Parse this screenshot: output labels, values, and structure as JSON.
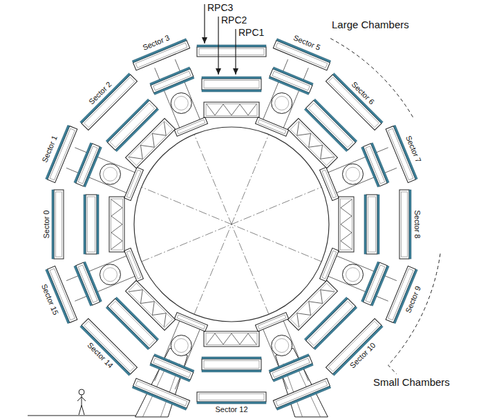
{
  "diagram": {
    "labels": [
      "RPC3",
      "RPC2",
      "RPC1",
      "Large Chambers",
      "Sector 3",
      "Sector 5",
      "Sector 2",
      "Sector 6",
      "Sector 1",
      "Sector 7",
      "Sector 0",
      "Sector 8",
      "Sector 15",
      "Sector 9",
      "Small Chambers",
      "Sector 14",
      "Sector 10",
      "Sector 12"
    ]
  }
}
